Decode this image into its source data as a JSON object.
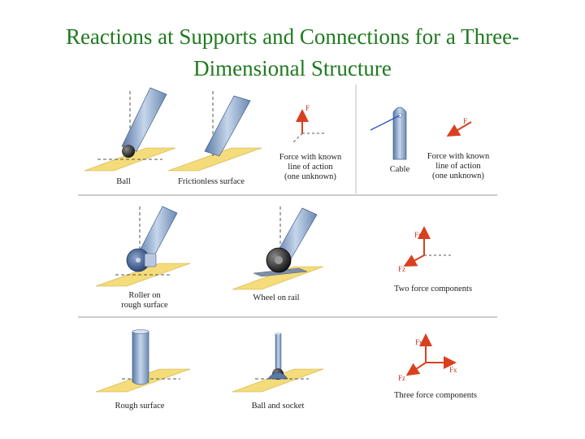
{
  "title": {
    "line1": "Reactions at Supports and Connections for a Three-",
    "line2": "Dimensional Structure"
  },
  "rows": [
    {
      "supports": [
        {
          "name": "ball",
          "label": "Ball"
        },
        {
          "name": "frictionless-surface",
          "label": "Frictionless surface"
        }
      ],
      "reaction": [
        "Force with known",
        "line of action",
        "(one unknown)"
      ],
      "force_labels": [
        "F"
      ],
      "extra_support": {
        "name": "cable",
        "label": "Cable"
      },
      "extra_reaction": [
        "Force with known",
        "line of action",
        "(one unknown)"
      ],
      "extra_force_labels": [
        "F"
      ]
    },
    {
      "supports": [
        {
          "name": "roller-rough",
          "label": [
            "Roller on",
            "rough surface"
          ]
        },
        {
          "name": "wheel-on-rail",
          "label": "Wheel on rail"
        }
      ],
      "reaction": "Two force components",
      "force_labels": [
        "Fy",
        "Fz"
      ]
    },
    {
      "supports": [
        {
          "name": "rough-surface",
          "label": "Rough surface"
        },
        {
          "name": "ball-and-socket",
          "label": "Ball and socket"
        }
      ],
      "reaction": "Three force components",
      "force_labels": [
        "Fy",
        "Fx",
        "Fz"
      ]
    }
  ],
  "colors": {
    "title": "#1f7a1f",
    "surface": "#f5dc7a",
    "member": "#8fa8c8",
    "force": "#d9401f",
    "cable_line": "#2a55c4"
  }
}
